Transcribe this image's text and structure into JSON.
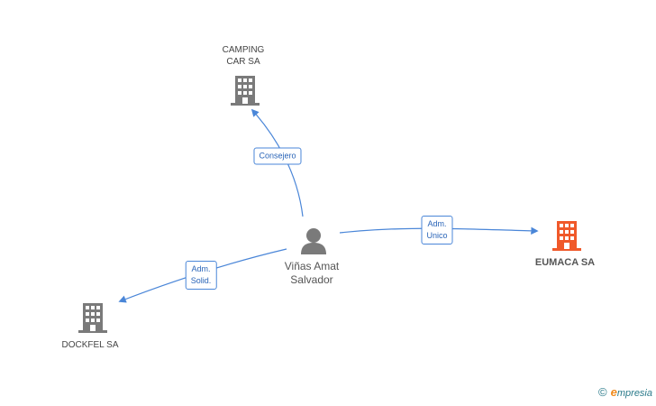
{
  "nodes": {
    "camping": {
      "label_line1": "CAMPING",
      "label_line2": "CAR SA"
    },
    "person": {
      "label_line1": "Viñas Amat",
      "label_line2": "Salvador"
    },
    "eumaca": {
      "label": "EUMACA SA"
    },
    "dockfel": {
      "label": "DOCKFEL SA"
    }
  },
  "edges": {
    "consejero": {
      "label": "Consejero"
    },
    "adm_unico": {
      "label_line1": "Adm.",
      "label_line2": "Unico"
    },
    "adm_solid": {
      "label_line1": "Adm.",
      "label_line2": "Solid."
    }
  },
  "colors": {
    "edge": "#4a86d8",
    "building": "#7a7a7a",
    "building_highlight": "#f0592a",
    "person": "#7a7a7a"
  },
  "icons": {
    "company": "building-icon",
    "person": "person-icon"
  },
  "brand": {
    "copyright": "©",
    "initial": "e",
    "name": "mpresia"
  }
}
